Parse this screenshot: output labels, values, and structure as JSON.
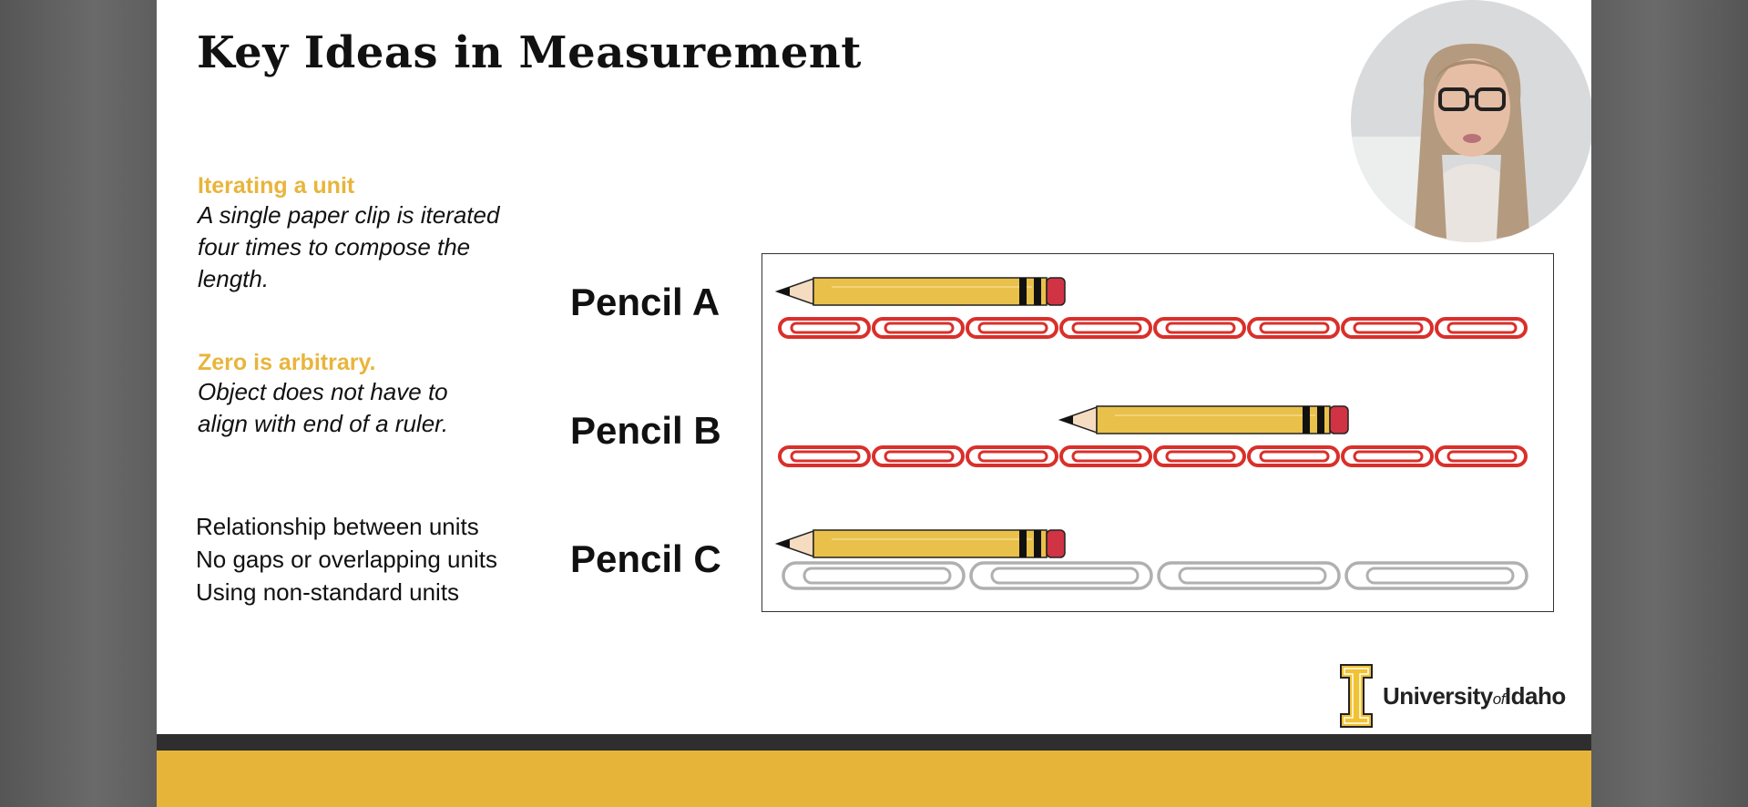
{
  "slide": {
    "title": "Key Ideas in Measurement",
    "ideas": [
      {
        "heading": "Iterating a unit",
        "body": "A single paper clip is iterated\nfour times to compose the\nlength."
      },
      {
        "heading": "Zero is arbitrary.",
        "body": "   Object does not have to\nalign with end of a ruler."
      }
    ],
    "plain_points": [
      "Relationship between units",
      "No gaps or overlapping units",
      "Using non-standard units"
    ],
    "pencils": [
      {
        "label": "Pencil A",
        "clip_color": "red",
        "clip_count": 8
      },
      {
        "label": "Pencil B",
        "clip_color": "red",
        "clip_count": 8
      },
      {
        "label": "Pencil C",
        "clip_color": "gray",
        "clip_count": 4
      }
    ],
    "logo": {
      "pre": "University",
      "of": "of",
      "post": "Idaho"
    }
  },
  "colors": {
    "gold": "#e7b43a",
    "heading_gold": "#e8b53c",
    "red_clip": "#d9302b",
    "gray_clip": "#b5b5b5"
  }
}
